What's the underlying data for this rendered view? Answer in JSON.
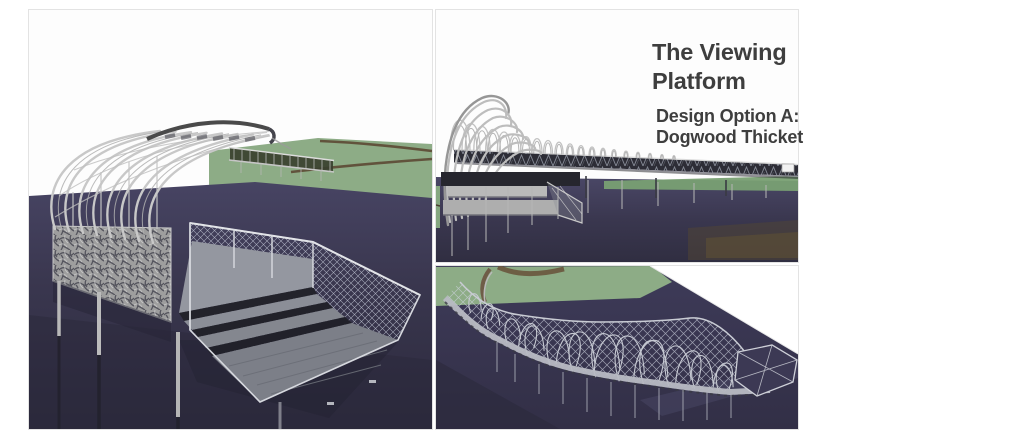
{
  "slide": {
    "title": {
      "line1": "The Viewing",
      "line2": "Platform"
    },
    "subtitle": {
      "line1": "Design Option A:",
      "line2": "Dogwood Thicket"
    }
  },
  "renders": {
    "perspective": {
      "label": "perspective-render-of-platform-with-arched-lattice-canopy-and-steps"
    },
    "elevation": {
      "label": "side-elevation-render-with-curled-rib-crest"
    },
    "aerial": {
      "label": "aerial-render-of-curved-lattice-walkway"
    }
  },
  "colors": {
    "text": "#3e3e3e",
    "background": "#ffffff",
    "grass_green": "#8dac86",
    "grass_green_far": "#79a073",
    "ground_navy": "#38354e",
    "ground_navy_dark": "#2c2a3d",
    "structure_gray": "#c6c6c6",
    "structure_dark": "#4a4a4a",
    "trail_brown": "#5d4a35",
    "riser_dark": "#22222a"
  }
}
